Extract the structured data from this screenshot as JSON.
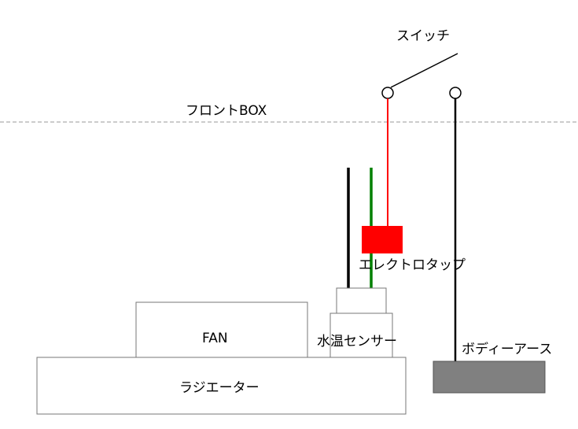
{
  "labels": {
    "switch": "スイッチ",
    "front_box": "フロントBOX",
    "electro_tap": "エレクトロタップ",
    "water_temp_sensor": "水温センサー",
    "fan": "FAN",
    "radiator": "ラジエーター",
    "body_earth": "ボディーアース"
  },
  "colors": {
    "red_wire": "#ff0000",
    "green_wire": "#008000",
    "black_wire": "#000000",
    "ground_block": "#808080",
    "dashed_line": "#999999"
  }
}
